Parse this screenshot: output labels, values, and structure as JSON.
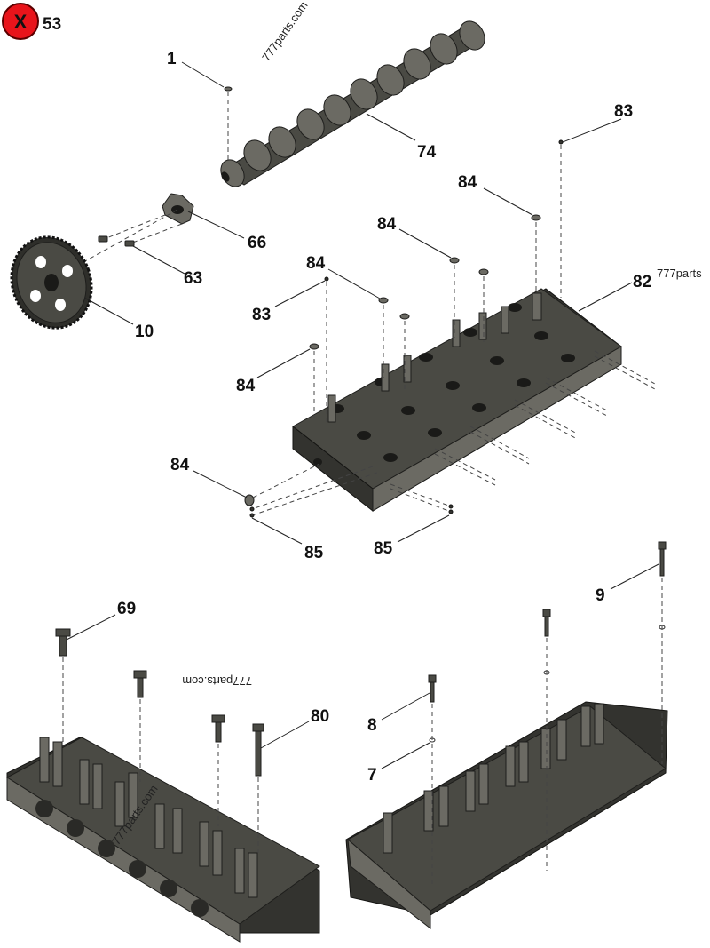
{
  "header": {
    "badge_symbol": "X",
    "page_number": "53"
  },
  "watermarks": [
    "777parts.com",
    "777parts",
    "777parts.com",
    "777parts.com"
  ],
  "callouts": [
    "1",
    "74",
    "83",
    "84",
    "84",
    "84",
    "83",
    "84",
    "82",
    "66",
    "63",
    "10",
    "84",
    "85",
    "85",
    "9",
    "69",
    "80",
    "8",
    "7"
  ],
  "colors": {
    "badge": "#e8141b",
    "part": "#4a4a44"
  }
}
